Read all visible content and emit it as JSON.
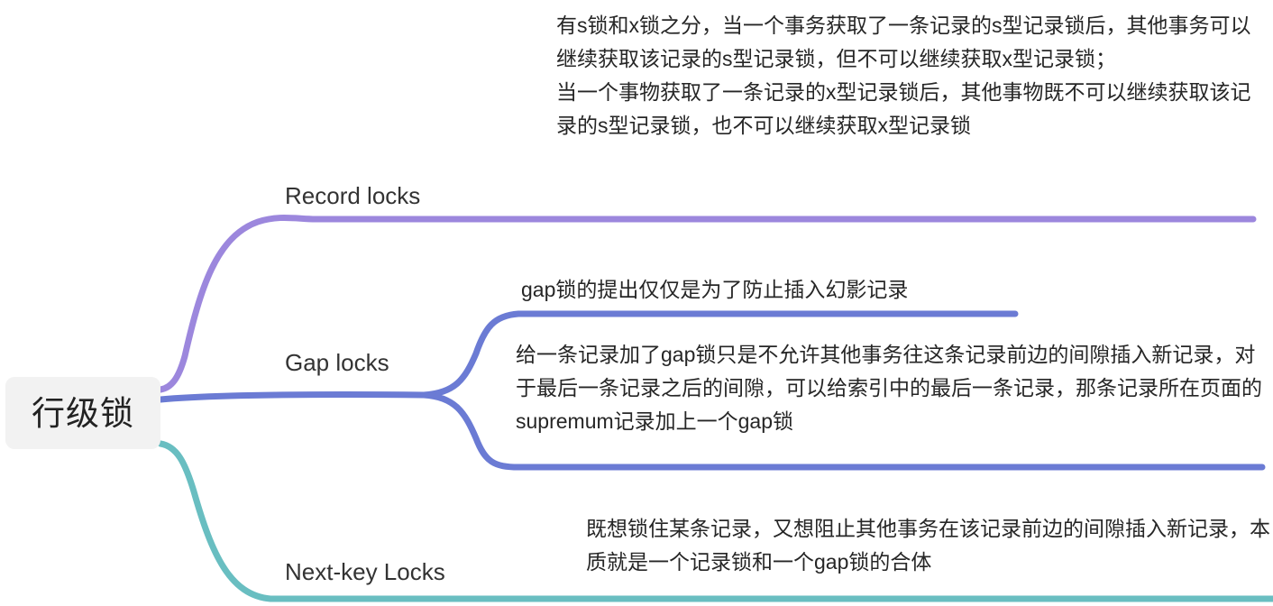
{
  "diagram": {
    "type": "mindmap",
    "root": {
      "label": "行级锁"
    },
    "colors": {
      "record_branch": "#9c87dd",
      "gap_branch": "#6b7bd4",
      "nextkey_branch": "#69bec1",
      "root_background": "#f2f2f2",
      "text": "#262626",
      "canvas_background": "#ffffff"
    },
    "branches": [
      {
        "title": "Record locks",
        "color": "#9c87dd",
        "leaves": [
          {
            "text": "有s锁和x锁之分，当一个事务获取了一条记录的s型记录锁后，其他事务可以继续获取该记录的s型记录锁，但不可以继续获取x型记录锁；\n当一个事物获取了一条记录的x型记录锁后，其他事物既不可以继续获取该记录的s型记录锁，也不可以继续获取x型记录锁"
          }
        ]
      },
      {
        "title": "Gap locks",
        "color": "#6b7bd4",
        "leaves": [
          {
            "text": "gap锁的提出仅仅是为了防止插入幻影记录"
          },
          {
            "text": "给一条记录加了gap锁只是不允许其他事务往这条记录前边的间隙插入新记录，对于最后一条记录之后的间隙，可以给索引中的最后一条记录，那条记录所在页面的supremum记录加上一个gap锁"
          }
        ]
      },
      {
        "title": "Next-key Locks",
        "color": "#69bec1",
        "leaves": [
          {
            "text": "既想锁住某条记录，又想阻止其他事务在该记录前边的间隙插入新记录，本质就是一个记录锁和一个gap锁的合体"
          }
        ]
      }
    ]
  }
}
